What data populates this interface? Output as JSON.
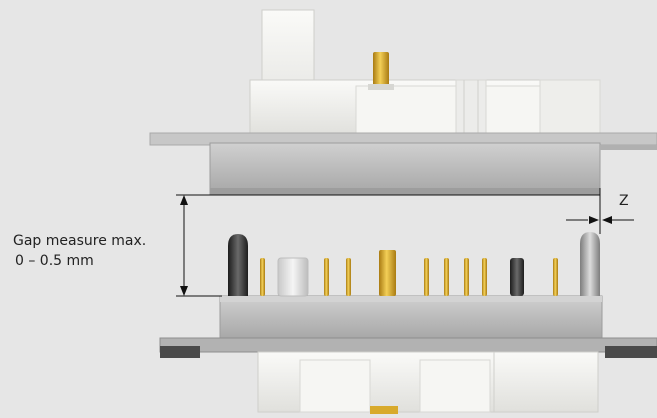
{
  "annotations": {
    "gap_label": "Gap measure max.",
    "gap_range": "0 – 0.5 mm",
    "z_label": "Z"
  },
  "colors": {
    "background": "#e6e6e6",
    "plate": "#b9b9b9",
    "housing": "#f1f1ee",
    "gold_pin": "#d8aa2c",
    "guide_pin": "#3a3a3a",
    "dimension_line": "#111111"
  },
  "components": {
    "upper_connector": "top-connector-housing",
    "lower_connector": "bottom-connector-housing",
    "pins": [
      "guide-pin-left",
      "gold-pin",
      "coax-contact",
      "gold-pin",
      "gold-pin",
      "gold-coax",
      "gold-pin",
      "gold-pin",
      "gold-pin",
      "gold-pin",
      "dark-contact",
      "gold-pin",
      "guide-pin-right"
    ]
  }
}
